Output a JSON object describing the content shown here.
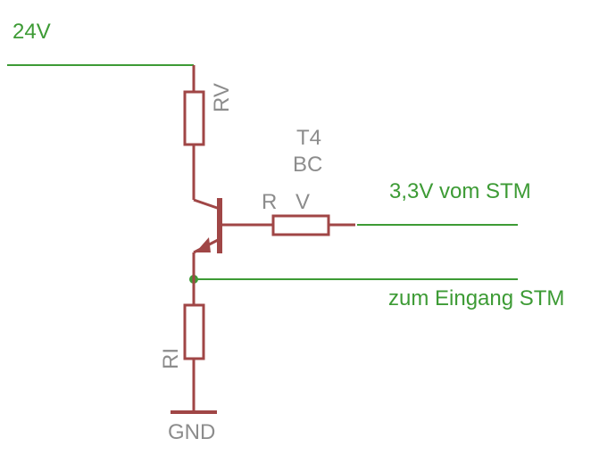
{
  "nets": {
    "supply": "24V",
    "input": "3,3V vom STM",
    "output": "zum Eingang STM",
    "ground": "GND"
  },
  "parts": {
    "rv": "RV",
    "transistor_name": "T4",
    "transistor_value": "BC",
    "rbase_name": "R",
    "rbase_value": "V",
    "ri": "RI"
  },
  "colors": {
    "wire": "#3d9b35",
    "symbol": "#a04646",
    "part_text": "#8c8c8c"
  }
}
